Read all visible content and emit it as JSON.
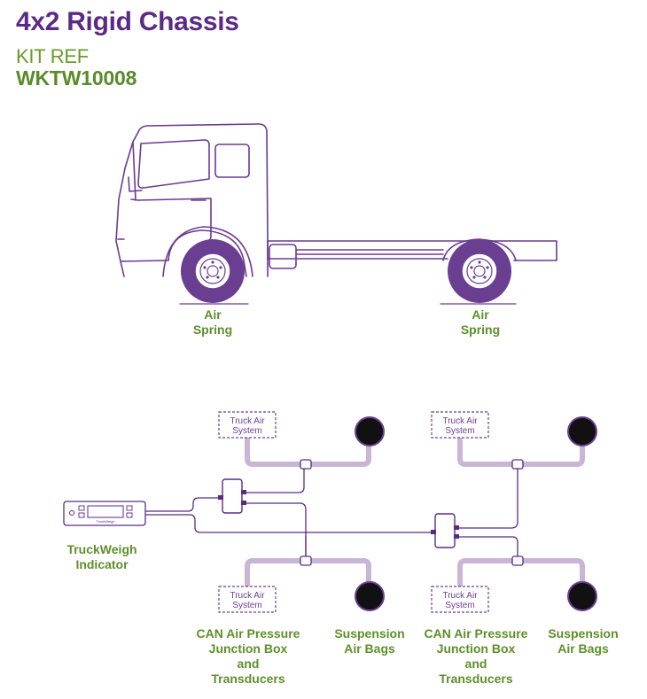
{
  "header": {
    "title": "4x2 Rigid Chassis",
    "kit_label": "KIT REF",
    "kit_code": "WKTW10008"
  },
  "truck": {
    "front_wheel_label": [
      "Air",
      "Spring"
    ],
    "rear_wheel_label": [
      "Air",
      "Spring"
    ]
  },
  "diagram": {
    "air_system_left_top": [
      "Truck Air",
      "System"
    ],
    "air_system_right_top": [
      "Truck Air",
      "System"
    ],
    "air_system_left_bottom": [
      "Truck Air",
      "System"
    ],
    "air_system_right_bottom": [
      "Truck Air",
      "System"
    ],
    "indicator_brand": "TruckWeigh",
    "indicator_label": [
      "TruckWeigh",
      "Indicator"
    ],
    "junction_left_label": [
      "CAN Air Pressure",
      "Junction Box",
      "and",
      "Transducers"
    ],
    "bags_left_label": [
      "Suspension",
      "Air Bags"
    ],
    "junction_right_label": [
      "CAN Air Pressure",
      "Junction Box",
      "and",
      "Transducers"
    ],
    "bags_right_label": [
      "Suspension",
      "Air Bags"
    ]
  },
  "colors": {
    "title": "#5b2a86",
    "accent_green": "#5e8f2a",
    "truck_line": "#6b3a8f",
    "tyre": "#6a3f92",
    "air_line": "#c9b6d6",
    "cable": "#5b2a86"
  }
}
